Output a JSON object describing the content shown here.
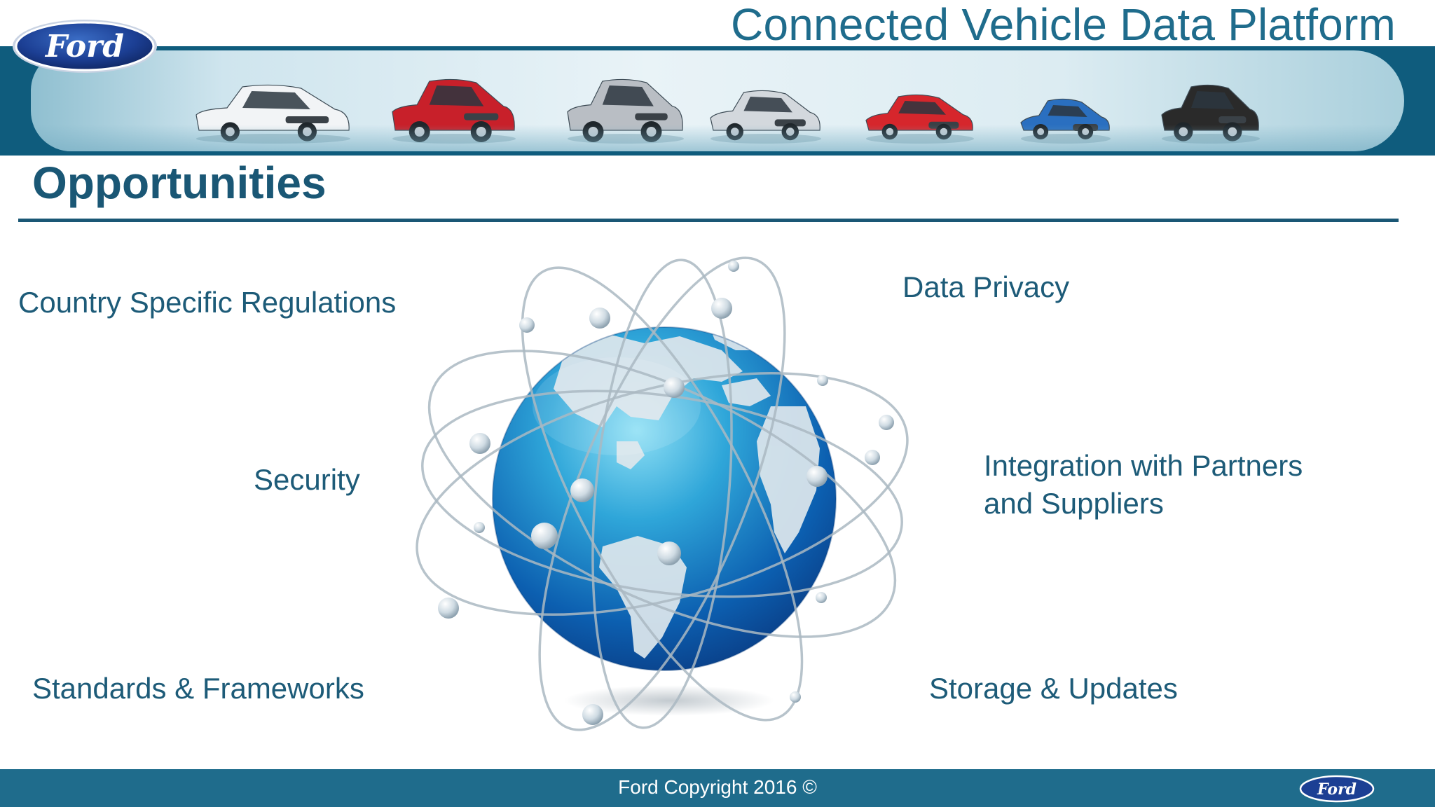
{
  "slide": {
    "header_title": "Connected Vehicle Data Platform",
    "section_title": "Opportunities",
    "brand": {
      "logo_text": "Ford",
      "logo_color": "#1c3f94",
      "banner_color": "#0f5c7d",
      "title_color": "#1f6c8c"
    },
    "banner_cars": [
      {
        "icon": "white-sedan-icon",
        "color": "#f2f4f6"
      },
      {
        "icon": "red-crossover-icon",
        "color": "#c8202a"
      },
      {
        "icon": "silver-suv-icon",
        "color": "#b9bec4"
      },
      {
        "icon": "silver-minivan-icon",
        "color": "#d3d8dd"
      },
      {
        "icon": "red-hatchback-icon",
        "color": "#d6262c"
      },
      {
        "icon": "blue-hatchback-icon",
        "color": "#2a6fc0"
      },
      {
        "icon": "black-pickup-truck-icon",
        "color": "#2a2a2a"
      }
    ],
    "opportunities": [
      "Country Specific Regulations",
      "Data Privacy",
      "Security",
      "Integration with Partners\nand Suppliers",
      "Standards & Frameworks",
      "Storage & Updates"
    ],
    "center_graphic": "globe-network-icon",
    "footer": {
      "copyright": "Ford Copyright 2016 ©"
    }
  }
}
